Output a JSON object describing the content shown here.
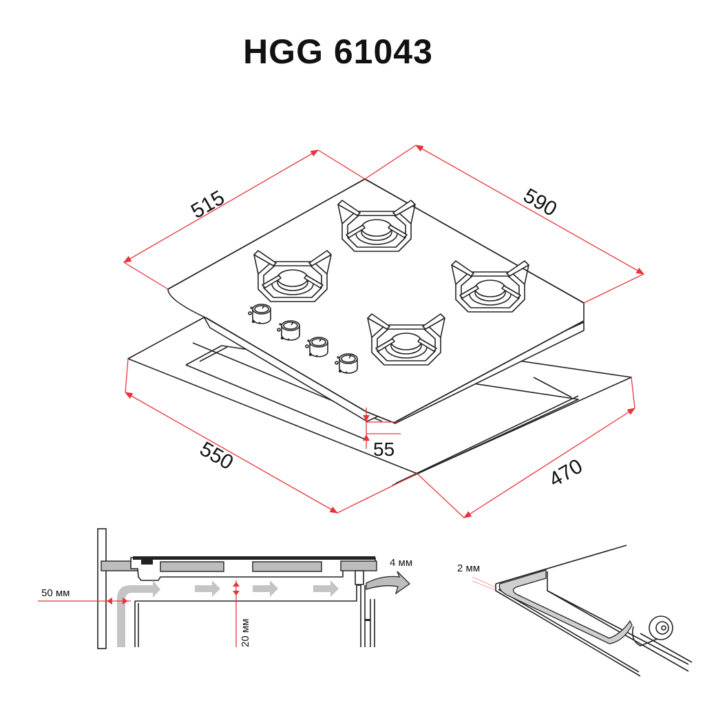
{
  "title": "HGG 61043",
  "main_view": {
    "dimensions": {
      "depth_top": "515",
      "width_top": "590",
      "cutout_width": "550",
      "cutout_depth": "470",
      "height": "55"
    },
    "burners": [
      {
        "name": "rear-left",
        "type": "small"
      },
      {
        "name": "rear-right",
        "type": "large"
      },
      {
        "name": "front-right-back",
        "type": "medium"
      },
      {
        "name": "front-center",
        "type": "medium"
      }
    ],
    "knobs_count": 4
  },
  "section_view": {
    "labels": {
      "wall_gap": "50 мм",
      "air_gap": "20 мм",
      "front_gap": "4 мм"
    }
  },
  "seal_view": {
    "labels": {
      "seal_thickness": "2 мм"
    }
  },
  "colors": {
    "dimension_line": "#e8333a",
    "outline": "#222222",
    "airflow": "#c4c4c4"
  }
}
